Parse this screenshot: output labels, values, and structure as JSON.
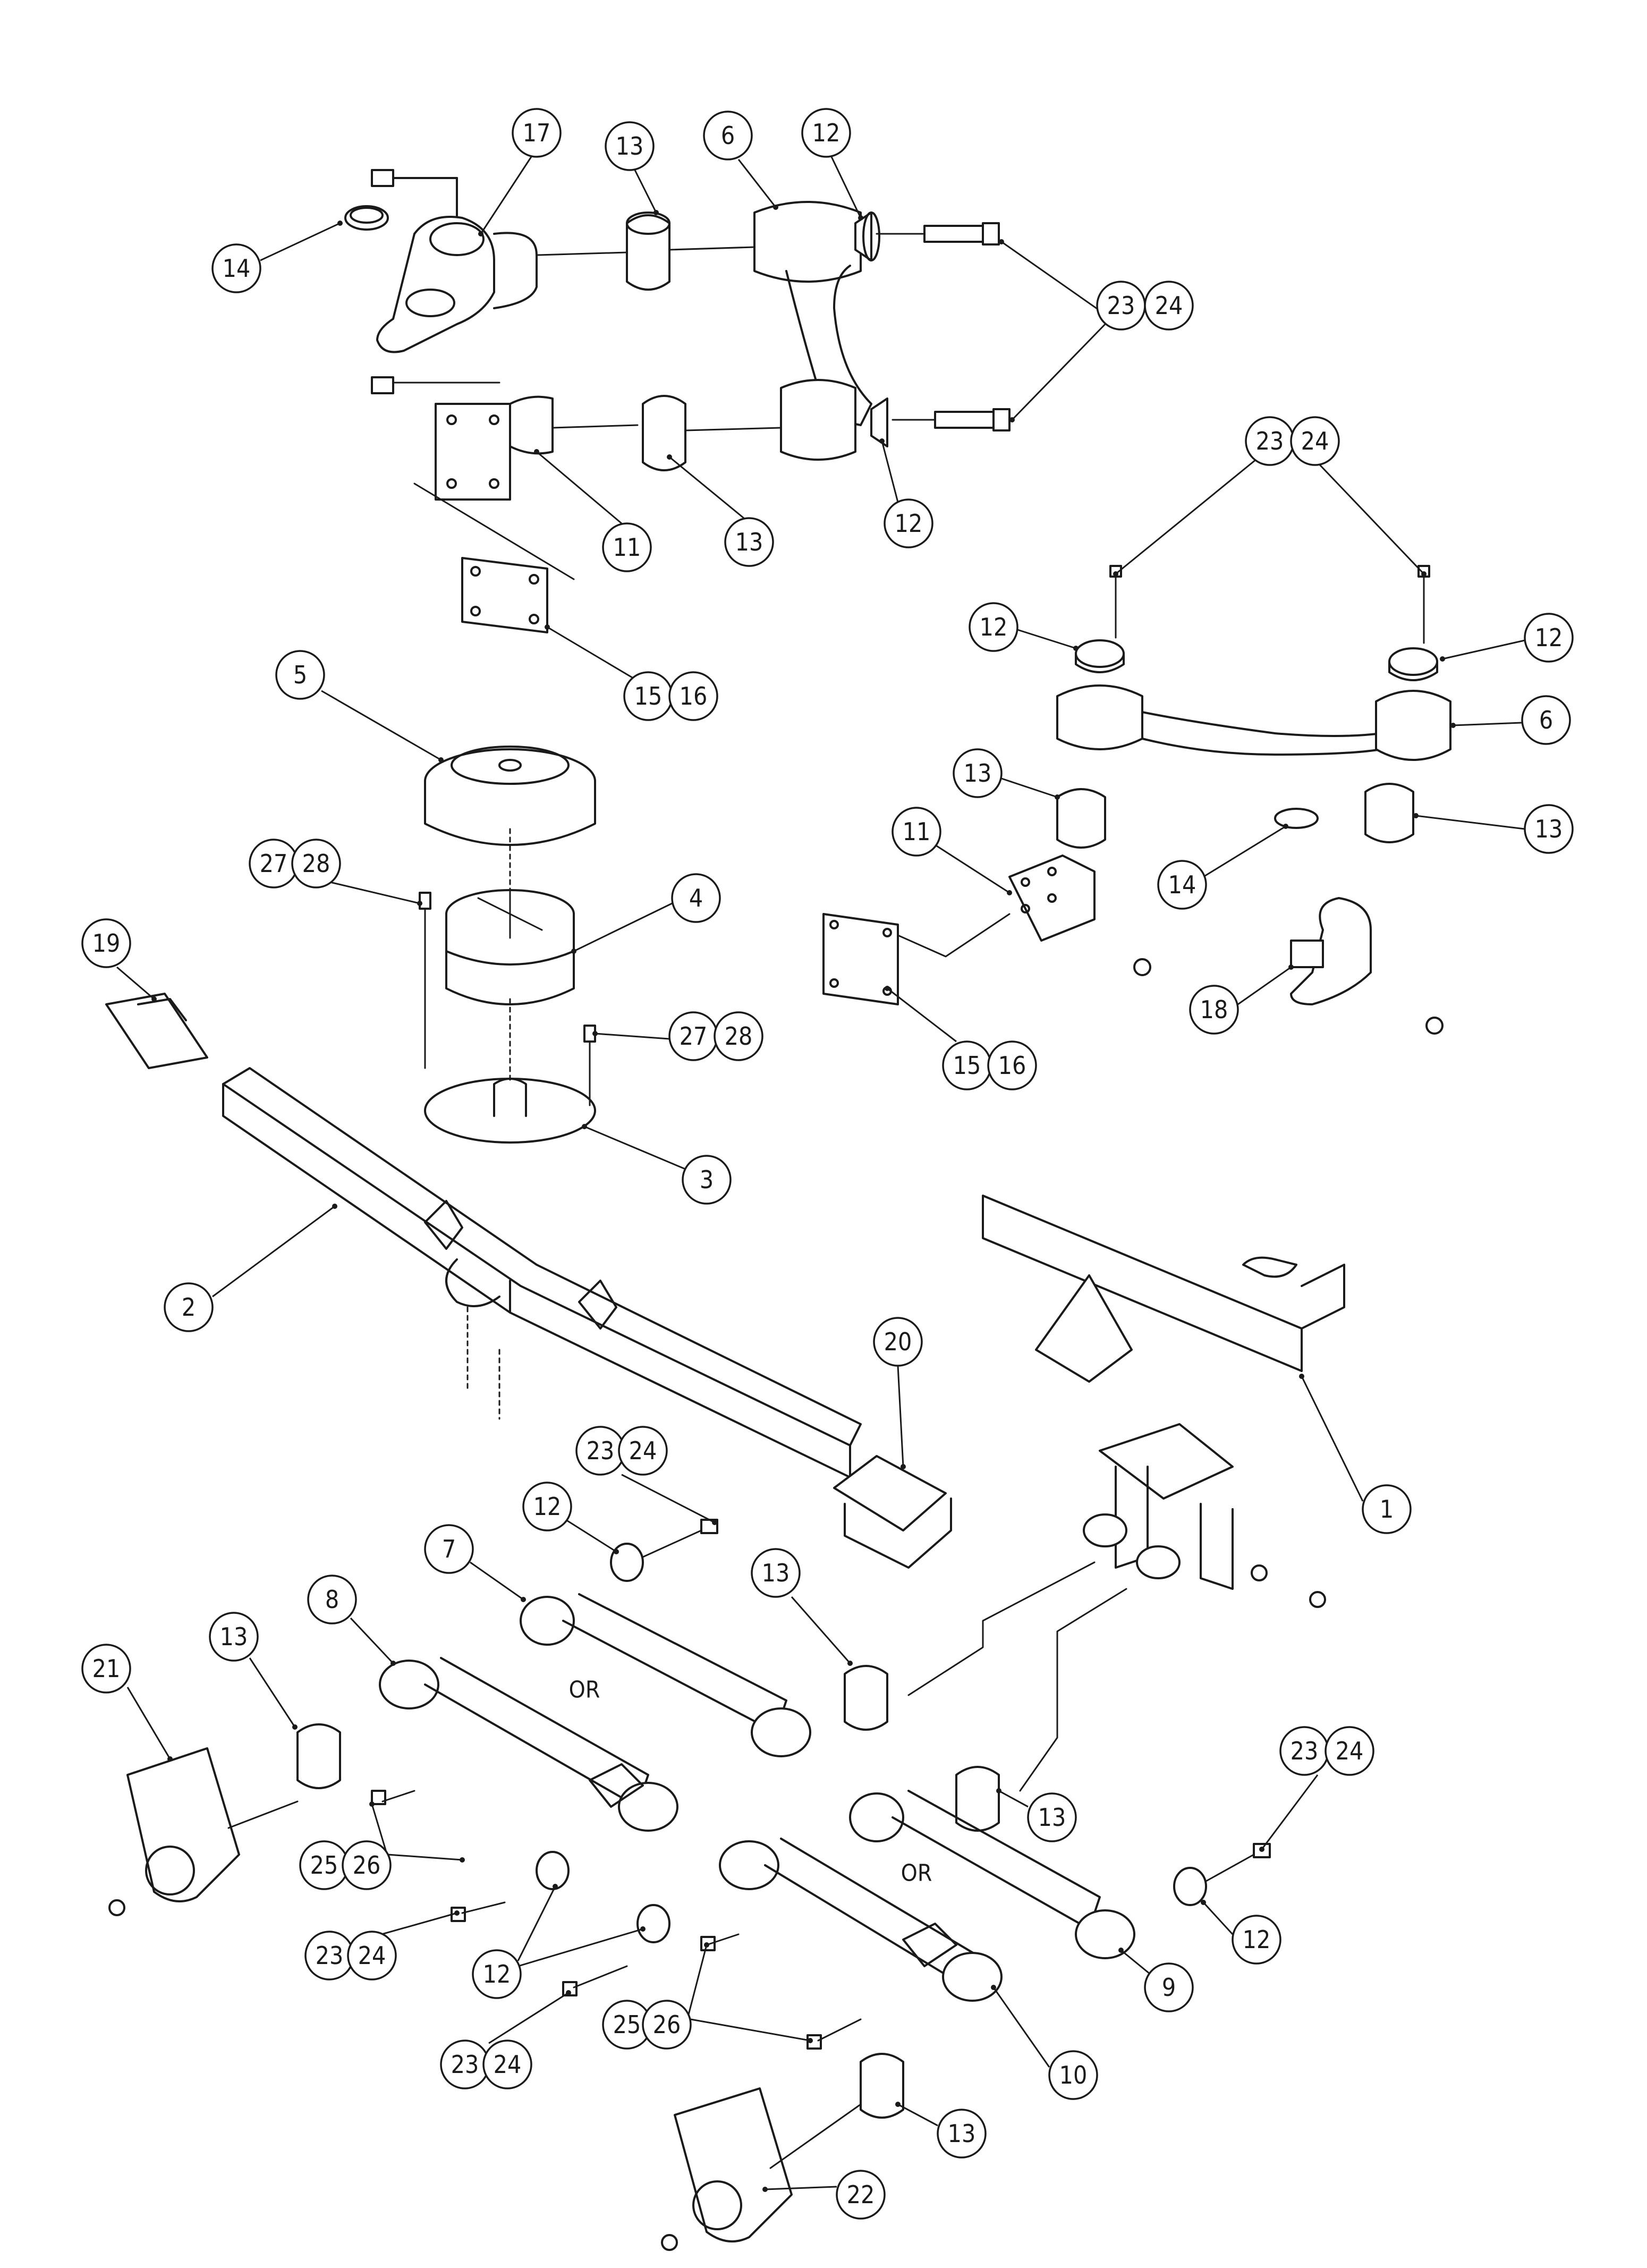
{
  "diagram": {
    "callouts": [
      {
        "id": "c17",
        "label": "17"
      },
      {
        "id": "c13a",
        "label": "13"
      },
      {
        "id": "c6a",
        "label": "6"
      },
      {
        "id": "c12a",
        "label": "12"
      },
      {
        "id": "c14a",
        "label": "14"
      },
      {
        "id": "c23a",
        "label": "23"
      },
      {
        "id": "c24a",
        "label": "24"
      },
      {
        "id": "c11a",
        "label": "11"
      },
      {
        "id": "c13b",
        "label": "13"
      },
      {
        "id": "c12b",
        "label": "12"
      },
      {
        "id": "c15a",
        "label": "15"
      },
      {
        "id": "c16a",
        "label": "16"
      },
      {
        "id": "c5",
        "label": "5"
      },
      {
        "id": "c23b",
        "label": "23"
      },
      {
        "id": "c24b",
        "label": "24"
      },
      {
        "id": "c12c",
        "label": "12"
      },
      {
        "id": "c12d",
        "label": "12"
      },
      {
        "id": "c6b",
        "label": "6"
      },
      {
        "id": "c13c",
        "label": "13"
      },
      {
        "id": "c13d",
        "label": "13"
      },
      {
        "id": "c27a",
        "label": "27"
      },
      {
        "id": "c28a",
        "label": "28"
      },
      {
        "id": "c4",
        "label": "4"
      },
      {
        "id": "c11b",
        "label": "11"
      },
      {
        "id": "c14b",
        "label": "14"
      },
      {
        "id": "c19",
        "label": "19"
      },
      {
        "id": "c18",
        "label": "18"
      },
      {
        "id": "c27b",
        "label": "27"
      },
      {
        "id": "c28b",
        "label": "28"
      },
      {
        "id": "c15b",
        "label": "15"
      },
      {
        "id": "c16b",
        "label": "16"
      },
      {
        "id": "c3",
        "label": "3"
      },
      {
        "id": "c2",
        "label": "2"
      },
      {
        "id": "c20",
        "label": "20"
      },
      {
        "id": "c1",
        "label": "1"
      },
      {
        "id": "c23c",
        "label": "23"
      },
      {
        "id": "c24c",
        "label": "24"
      },
      {
        "id": "c12e",
        "label": "12"
      },
      {
        "id": "c7",
        "label": "7"
      },
      {
        "id": "c13e",
        "label": "13"
      },
      {
        "id": "c8",
        "label": "8"
      },
      {
        "id": "c13f",
        "label": "13"
      },
      {
        "id": "c21",
        "label": "21"
      },
      {
        "id": "c13g",
        "label": "13"
      },
      {
        "id": "c23d",
        "label": "23"
      },
      {
        "id": "c24d",
        "label": "24"
      },
      {
        "id": "c25a",
        "label": "25"
      },
      {
        "id": "c26a",
        "label": "26"
      },
      {
        "id": "c23e",
        "label": "23"
      },
      {
        "id": "c24e",
        "label": "24"
      },
      {
        "id": "c12f",
        "label": "12"
      },
      {
        "id": "c12g",
        "label": "12"
      },
      {
        "id": "c9",
        "label": "9"
      },
      {
        "id": "c25b",
        "label": "25"
      },
      {
        "id": "c26b",
        "label": "26"
      },
      {
        "id": "c23f",
        "label": "23"
      },
      {
        "id": "c24f",
        "label": "24"
      },
      {
        "id": "c10",
        "label": "10"
      },
      {
        "id": "c13h",
        "label": "13"
      },
      {
        "id": "c22",
        "label": "22"
      }
    ],
    "or_notes": [
      "OR",
      "OR"
    ]
  }
}
